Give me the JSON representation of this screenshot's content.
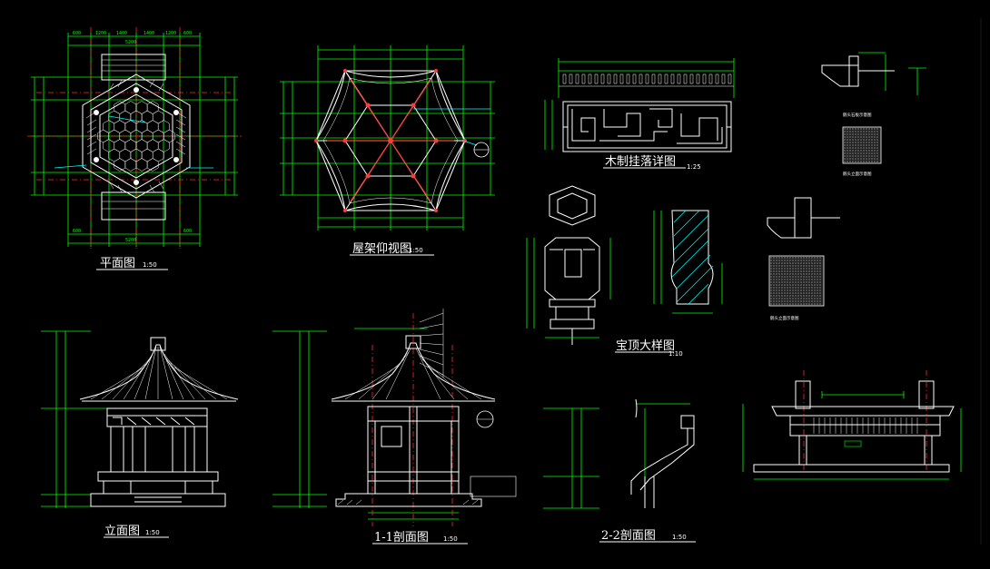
{
  "titles": {
    "plan": "平面图",
    "plan_scale": "1:50",
    "roof_frame": "屋架仰视图",
    "roof_frame_scale": "1:50",
    "hanging_detail": "木制挂落详图",
    "hanging_detail_scale": "1:25",
    "finial_detail": "宝顶大样图",
    "finial_detail_scale": "1:10",
    "elevation": "立面图",
    "elevation_scale": "1:50",
    "section_1": "1-1剖面图",
    "section_1_scale": "1:50",
    "section_2": "2-2剖面图",
    "section_2_scale": "1:50",
    "stone_detail_a": "鹅头石板示意图",
    "stone_detail_b": "鹅头立面示意图"
  },
  "colors": {
    "background": "#000000",
    "linework": "#ffffff",
    "dimensions": "#00ff00",
    "axes": "#ff2a2a",
    "annotation": "#00ffff"
  }
}
